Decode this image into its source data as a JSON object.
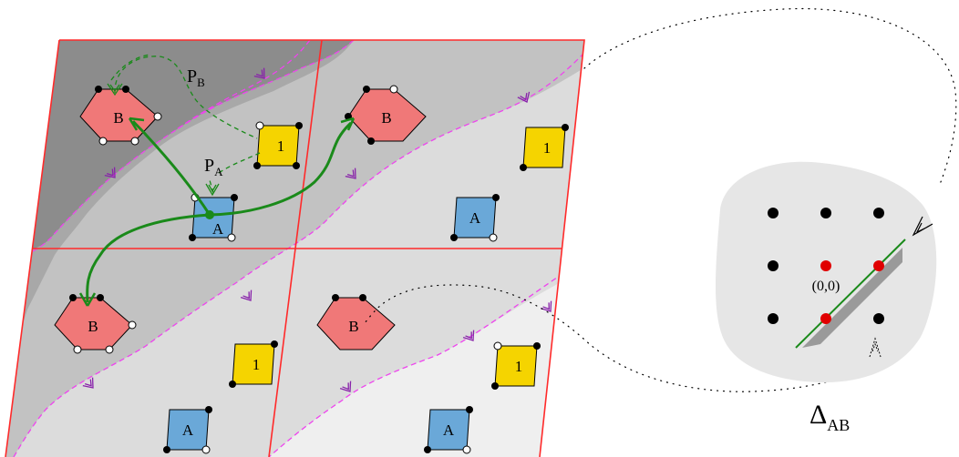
{
  "labels": {
    "hexagon": "B",
    "square_blue": "A",
    "square_yellow": "1",
    "path_b": "P",
    "path_b_sub": "B",
    "path_a": "P",
    "path_a_sub": "A",
    "origin": "(0,0)",
    "delta": "Δ",
    "delta_sub": "AB"
  },
  "colors": {
    "grid_line": "#ff2a2a",
    "path": "#1a8a1a",
    "boundary": "#ee44ee",
    "arrow": "#8822aa",
    "hexagon_fill": "#f07878",
    "blue_fill": "#6aa8d8",
    "yellow_fill": "#f5d400",
    "region_darkest": "#8c8c8c",
    "region_dark": "#a8a8a8",
    "region_mid": "#c2c2c2",
    "region_light": "#dcdcdc",
    "region_lightest": "#efefef",
    "blob_fill": "#e6e6e6"
  }
}
